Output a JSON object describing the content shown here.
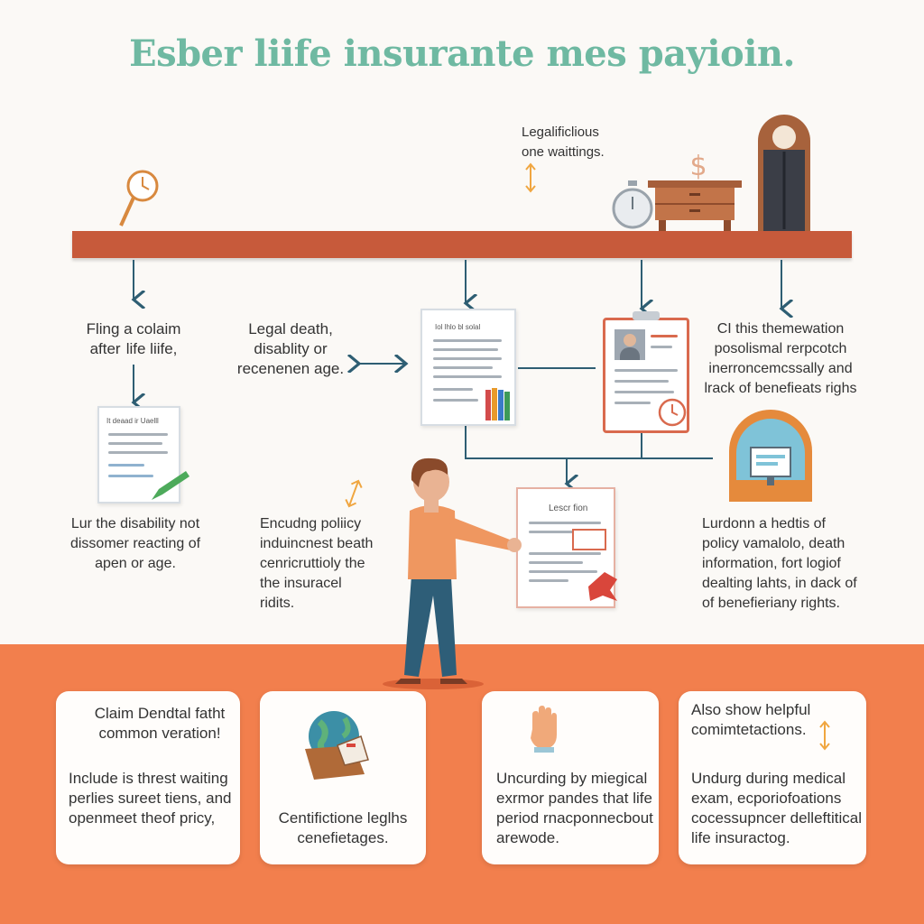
{
  "title": "Esber liife insurante mes payioin.",
  "top_note": [
    "Legalificlious",
    "one waittings."
  ],
  "labels": {
    "left_1": [
      "Fling a colaim",
      "after  life liife,"
    ],
    "left_2": [
      "Legal death,",
      "disablity or",
      "recenenen age."
    ],
    "right_1": [
      "CI this themewation",
      "posolismal rerpcotch",
      "inerroncemcssally and",
      "lrack of benefieats righs"
    ],
    "mid_left": [
      "Lur the disability not",
      "dissomer reacting of",
      "apen or age."
    ],
    "mid_center": [
      "Encudng poliicy",
      "induincnest beath",
      "cenricruttioly the",
      "the insuracel",
      "ridits."
    ],
    "mid_right": [
      "Lurdonn a hedtis of",
      "policy vamalolo, death",
      "information, fort logiof",
      "dealting lahts, in dack of",
      "of benefieriany rights."
    ]
  },
  "docs": {
    "small_left_title": "It deaad ir Uaelll",
    "center_title": "Iol lhlo bl solal",
    "bottom_title": "Lescr fion"
  },
  "cards": [
    {
      "heading": [
        "Claim Dendtal fatht",
        "common veration!"
      ],
      "body": [
        "Include is threst waiting",
        "perlies sureet tiens, and",
        "openmeet theof pricy,"
      ]
    },
    {
      "heading": [],
      "body": [
        "Centifictione leglhs",
        "cenefietages."
      ]
    },
    {
      "heading": [],
      "body": [
        "Uncurding by miegical",
        "exrmor pandes that life",
        "period rnacponnecbout",
        "arewode."
      ]
    },
    {
      "heading": [
        "Also show helpful",
        "comimtetactions."
      ],
      "body": [
        "Undurg during medical",
        "exam, ecporiofoations",
        "cocessupncer delleftitical",
        "life insuractog."
      ]
    }
  ],
  "colors": {
    "shelf": "#c75a3b",
    "accent_orange": "#f27f4d",
    "title_teal": "#6fb9a2",
    "arrow_blue": "#2e5e73",
    "card_bg": "#fffdfb"
  },
  "icons": [
    "magnifier-clock-icon",
    "dollar-icon",
    "stopwatch-icon",
    "dresser-icon",
    "grandfather-clock-icon",
    "globe-box-icon",
    "hand-icon",
    "monitor-arch-icon",
    "double-arrow-icon"
  ]
}
